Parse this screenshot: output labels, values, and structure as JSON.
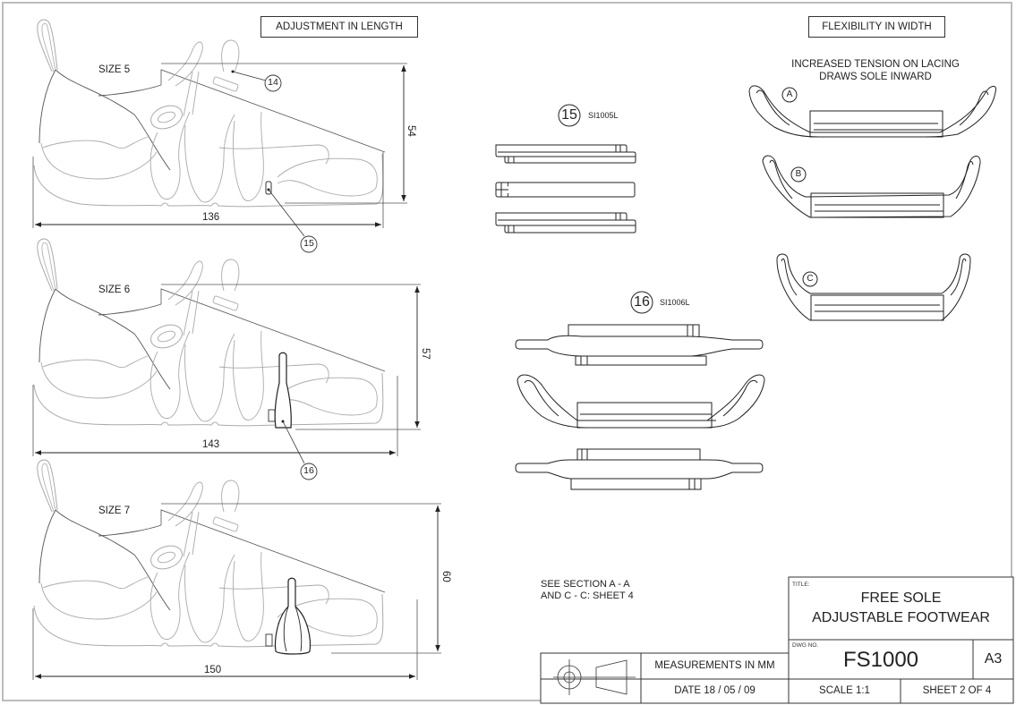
{
  "sections": {
    "length_heading": "ADJUSTMENT IN LENGTH",
    "width_heading": "FLEXIBILITY IN WIDTH",
    "width_note_line1": "INCREASED TENSION ON LACING",
    "width_note_line2": "DRAWS SOLE INWARD"
  },
  "shoes": [
    {
      "size_label": "SIZE 5",
      "length": "136",
      "height": "54",
      "callouts": [
        "14",
        "15"
      ]
    },
    {
      "size_label": "SIZE 6",
      "length": "143",
      "height": "57",
      "callouts": [
        "16"
      ]
    },
    {
      "size_label": "SIZE 7",
      "length": "150",
      "height": "60",
      "callouts": []
    }
  ],
  "parts": [
    {
      "number": "15",
      "code": "SI1005L"
    },
    {
      "number": "16",
      "code": "SI1006L"
    }
  ],
  "width_states": [
    "A",
    "B",
    "C"
  ],
  "section_note": {
    "line1": "SEE SECTION A - A",
    "line2": "AND C - C: SHEET 4"
  },
  "title_block": {
    "title_caption": "TITLE:",
    "title_line1": "FREE SOLE",
    "title_line2": "ADJUSTABLE FOOTWEAR",
    "dwg_caption": "DWG NO.",
    "dwg_number": "FS1000",
    "paper_size": "A3",
    "units": "MEASUREMENTS IN MM",
    "date": "DATE 18 / 05 / 09",
    "scale": "SCALE 1:1",
    "sheet": "SHEET 2 OF 4",
    "projection_symbol": "third-angle-projection-icon"
  },
  "colors": {
    "line_dark": "#222222",
    "line_light": "#a8a8a8",
    "frame": "#bdbdbd"
  }
}
